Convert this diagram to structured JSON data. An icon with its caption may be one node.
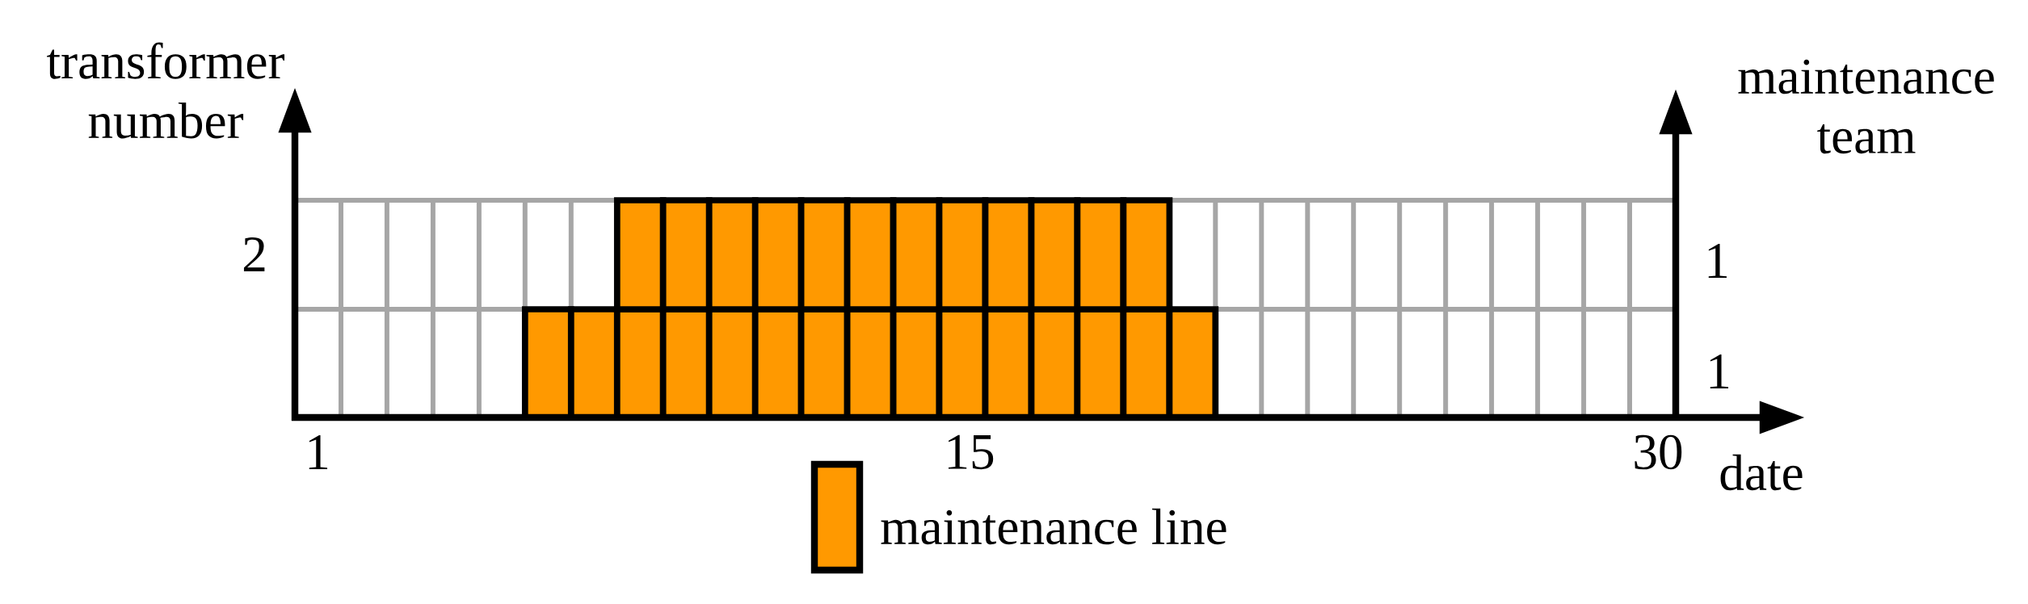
{
  "diagram": {
    "labels": [
      "transformer number",
      "maintenance team",
      "2",
      "1",
      "1",
      "1",
      "15",
      "30",
      "date"
    ],
    "legend": [
      {
        "text": "maintenance line",
        "color": "#ff9900"
      }
    ]
  }
}
